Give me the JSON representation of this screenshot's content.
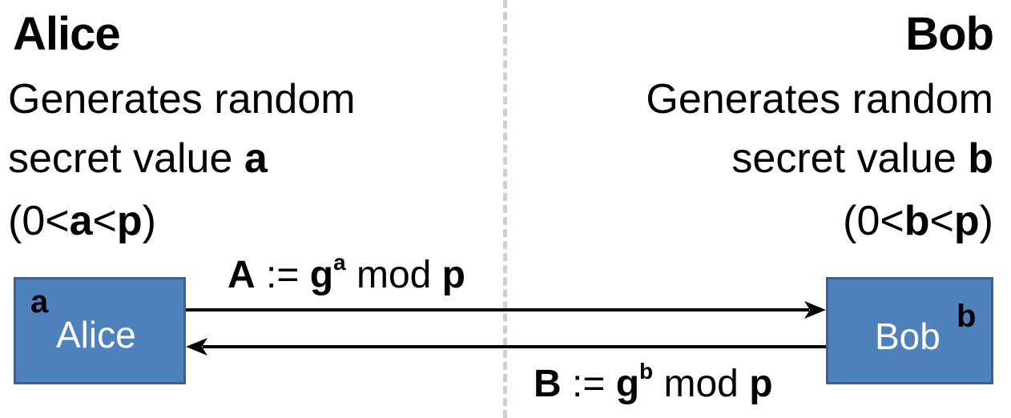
{
  "alice": {
    "name": "Alice",
    "line1": "Generates random",
    "line2_prefix": "secret value ",
    "secret": "a",
    "range_open": "(0<",
    "range_var": "a",
    "range_lt": "<",
    "range_p": "p",
    "range_close": ")",
    "box_label": "Alice",
    "box_secret": "a"
  },
  "bob": {
    "name": "Bob",
    "line1": "Generates random",
    "line2_prefix": "secret value ",
    "secret": "b",
    "range_open": "(0<",
    "range_var": "b",
    "range_lt": "<",
    "range_p": "p",
    "range_close": ")",
    "box_label": "Bob",
    "box_secret": "b"
  },
  "messages": {
    "to_bob": {
      "var": "A",
      "assign": " := ",
      "base": "g",
      "exp": "a",
      "mod": " mod ",
      "p": "p"
    },
    "to_alice": {
      "var": "B",
      "assign": " := ",
      "base": "g",
      "exp": "b",
      "mod": " mod ",
      "p": "p"
    }
  }
}
